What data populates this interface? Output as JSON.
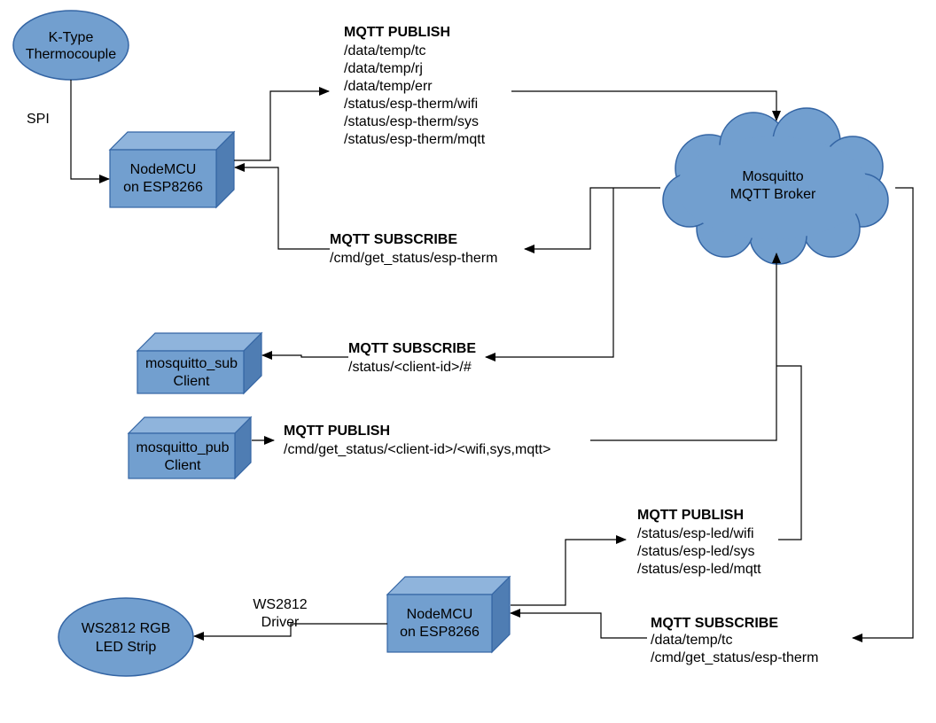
{
  "nodes": {
    "thermocouple": [
      "K-Type",
      "Thermocouple"
    ],
    "nodemcu_top": [
      "NodeMCU",
      "on ESP8266"
    ],
    "broker": [
      "Mosquitto",
      "MQTT Broker"
    ],
    "mosquitto_sub": [
      "mosquitto_sub",
      "Client"
    ],
    "mosquitto_pub": [
      "mosquitto_pub",
      "Client"
    ],
    "nodemcu_bottom": [
      "NodeMCU",
      "on ESP8266"
    ],
    "led_strip": [
      "WS2812 RGB",
      "LED Strip"
    ]
  },
  "edge_labels": {
    "spi": "SPI",
    "ws2812_driver": [
      "WS2812",
      "Driver"
    ]
  },
  "blocks": {
    "therm_publish": {
      "title": "MQTT PUBLISH",
      "lines": [
        "/data/temp/tc",
        "/data/temp/rj",
        "/data/temp/err",
        "/status/esp-therm/wifi",
        "/status/esp-therm/sys",
        "/status/esp-therm/mqtt"
      ]
    },
    "therm_subscribe": {
      "title": "MQTT SUBSCRIBE",
      "lines": [
        "/cmd/get_status/esp-therm"
      ]
    },
    "sub_client_subscribe": {
      "title": "MQTT SUBSCRIBE",
      "lines": [
        "/status/<client-id>/#"
      ]
    },
    "pub_client_publish": {
      "title": "MQTT PUBLISH",
      "lines": [
        "/cmd/get_status/<client-id>/<wifi,sys,mqtt>"
      ]
    },
    "led_publish": {
      "title": "MQTT PUBLISH",
      "lines": [
        "/status/esp-led/wifi",
        "/status/esp-led/sys",
        "/status/esp-led/mqtt"
      ]
    },
    "led_subscribe": {
      "title": "MQTT SUBSCRIBE",
      "lines": [
        "/data/temp/tc",
        "/cmd/get_status/esp-therm"
      ]
    }
  },
  "colors": {
    "shape_fill": "#729fcf",
    "shape_top": "#8fb4dc",
    "shape_side": "#4f7db3",
    "shape_stroke": "#3465a4",
    "line": "#000000"
  }
}
